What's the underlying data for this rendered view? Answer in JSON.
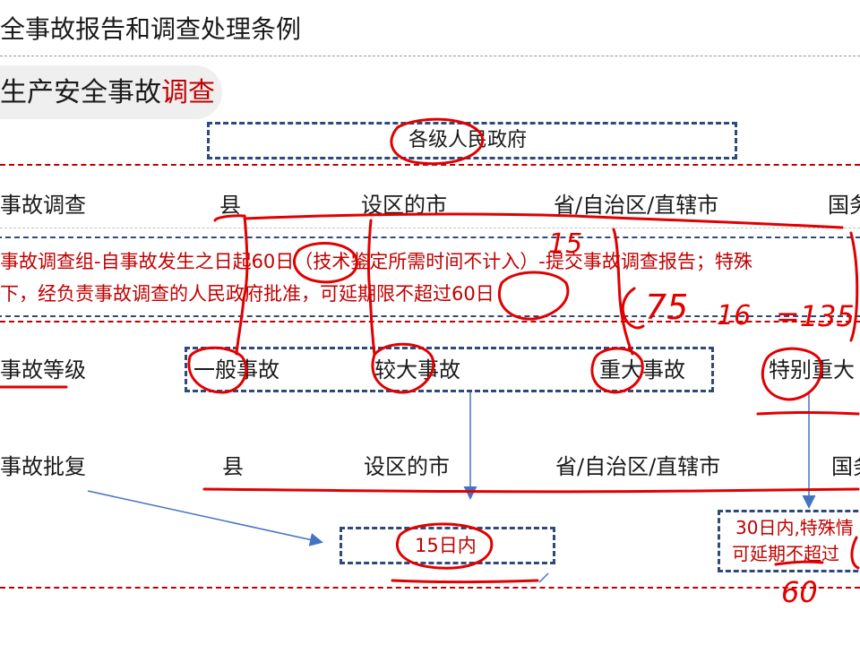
{
  "header": {
    "title": "全事故报告和调查处理条例",
    "section_prefix": "生产安全事故",
    "section_highlight": "调查"
  },
  "organizer_box": {
    "label": "各级人民政府"
  },
  "investigation_row": {
    "label": "事故调查",
    "levels": [
      "县",
      "设区的市",
      "省/自治区/直辖市",
      "国务"
    ]
  },
  "deadline_text": {
    "line1": "事故调查组-自事故发生之日起60日（技术鉴定所需时间不计入）-提交事故调查报告；特殊",
    "line2": "下，经负责事故调查的人民政府批准，可延期限不超过60日"
  },
  "grade_row": {
    "label": "事故等级",
    "grades": [
      "一般事故",
      "较大事故",
      "重大事故",
      "特别重大"
    ]
  },
  "approval_row": {
    "label": "事故批复",
    "levels": [
      "县",
      "设区的市",
      "省/自治区/直辖市",
      "国务"
    ]
  },
  "approval_boxes": {
    "short": "15日内",
    "long_line1": "30日内,特殊情",
    "long_line2": "可延期不超过"
  },
  "handwriting": {
    "num_15": "15",
    "num_75": "75",
    "num_16": "16",
    "num_135": "=135",
    "num_60": "60"
  },
  "colors": {
    "accent_red": "#c00000",
    "box_blue": "#2f4a7a",
    "arrow_blue": "#4472c4",
    "ink_red": "#e00000"
  }
}
